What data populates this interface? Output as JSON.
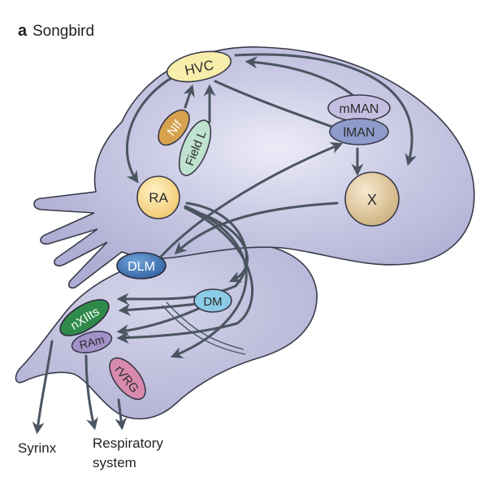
{
  "figure": {
    "panel_letter": "a",
    "panel_title": "Songbird"
  },
  "nodes": {
    "hvc": "HVC",
    "nif": "NIf",
    "field_l": "Field L",
    "mman": "mMAN",
    "lman": "lMAN",
    "x": "X",
    "ra": "RA",
    "dlm": "DLM",
    "dm": "DM",
    "nxiits": "nXIIts",
    "ram": "RAm",
    "rvrg": "rVRG"
  },
  "outputs": {
    "syrinx": "Syrinx",
    "respiratory_line1": "Respiratory",
    "respiratory_line2": "system"
  },
  "colors": {
    "brain": "#b4b4d8",
    "brain_highlight": "#e8e8f6",
    "outline": "#3a3a4a",
    "arrow": "#4a5560",
    "hvc": "#f6eeaa",
    "nif": "#d6a24e",
    "field_l": "#bfe2cf",
    "mman": "#c4bfe0",
    "lman": "#8e9ccc",
    "x": "#dfc89a",
    "ra": "#f6d68c",
    "dlm": "#3d72b6",
    "dm": "#8ccbe6",
    "nxiits": "#2f8a4a",
    "ram": "#a392c8",
    "rvrg": "#d88aae"
  }
}
